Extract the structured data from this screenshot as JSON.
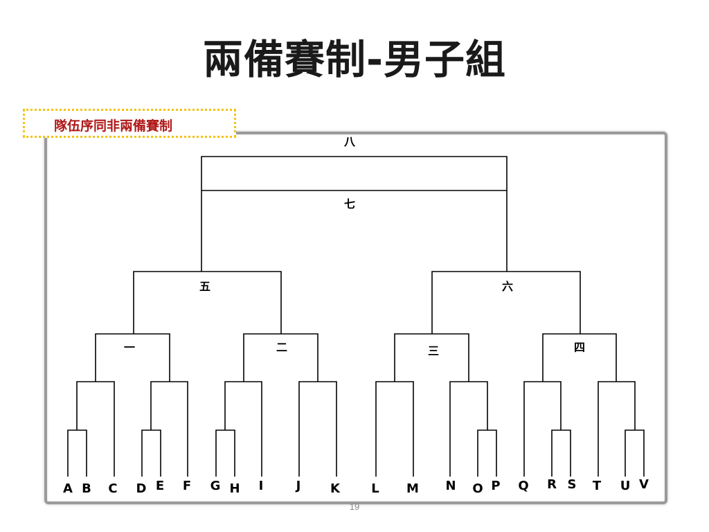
{
  "title": "兩備賽制-男子組",
  "note": "隊伍序同非兩備賽制",
  "page_number": "19",
  "teams": [
    "A",
    "B",
    "C",
    "D",
    "E",
    "F",
    "G",
    "H",
    "I",
    "J",
    "K",
    "L",
    "M",
    "N",
    "O",
    "P",
    "Q",
    "R",
    "S",
    "T",
    "U",
    "V"
  ],
  "rounds": [
    "一",
    "二",
    "三",
    "四",
    "五",
    "六",
    "七",
    "八"
  ]
}
